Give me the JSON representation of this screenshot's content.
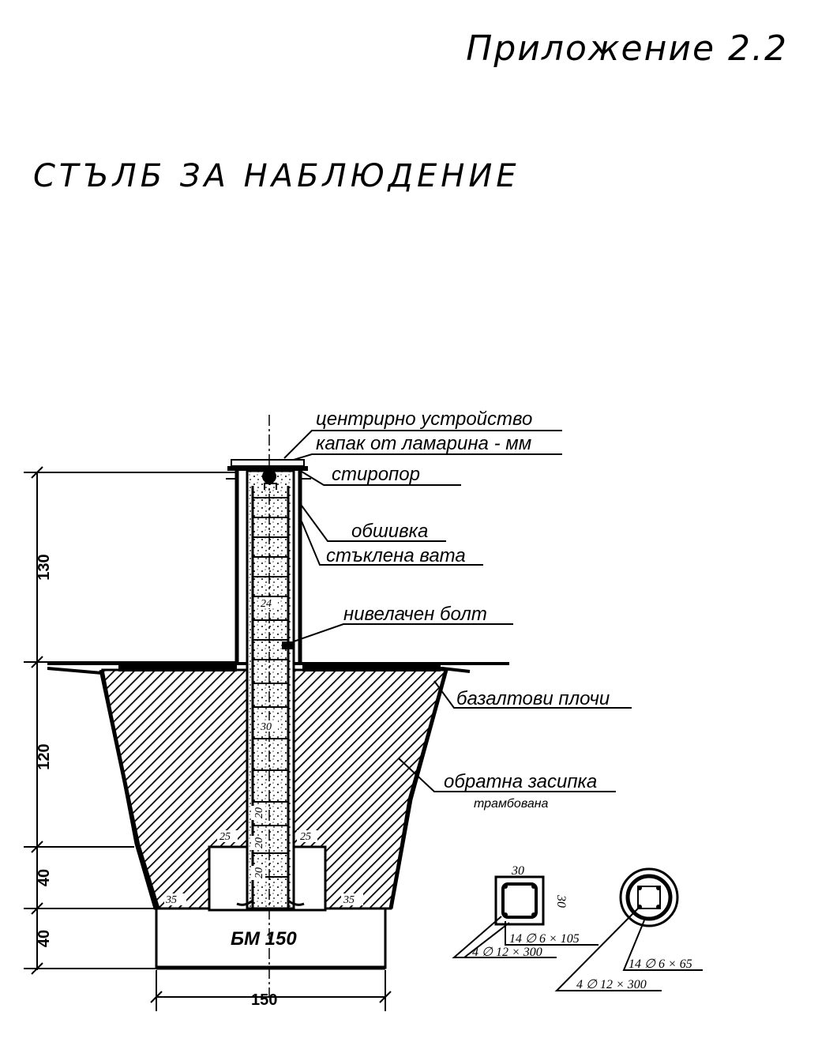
{
  "header": {
    "appendix": "Приложение 2.2",
    "title": "СТЪЛБ ЗА НАБЛЮДЕНИЕ"
  },
  "labels": {
    "centering": "центрирно устройство",
    "cover": "капак от ламарина - мм",
    "styrofoam": "стиропор",
    "casing": "обшивка",
    "glass_wool": "стъклена вата",
    "leveling_bolt": "нивелачен болт",
    "basalt": "базалтови плочи",
    "backfill": "обратна засипка",
    "compacted": "трамбована",
    "concrete": "БМ 150"
  },
  "dimensions": {
    "h_top": "130",
    "h_mid": "120",
    "h_step": "40",
    "h_base": "40",
    "width_base": "150",
    "col_24": "24",
    "col_30": "30",
    "col_20a": "20",
    "col_20b": "20",
    "col_20c": "20",
    "step_25_left": "25",
    "step_25_right": "25",
    "step_35_left": "35",
    "step_35_right": "35"
  },
  "sections": {
    "square": {
      "side_top": "30",
      "side_right": "30",
      "stirrups": "14 ∅ 6 × 105",
      "bars": "4 ∅ 12 × 300"
    },
    "round": {
      "stirrups": "14 ∅ 6 × 65",
      "bars": "4 ∅ 12 × 300"
    }
  }
}
